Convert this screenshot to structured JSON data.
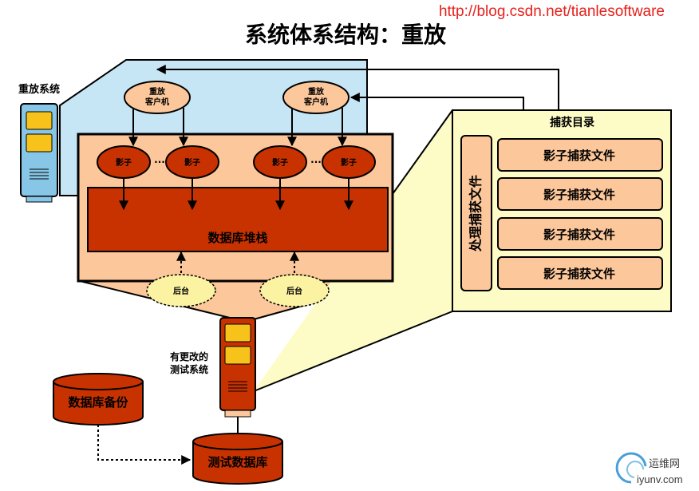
{
  "header": {
    "title": "系统体系结构：重放",
    "url": "http://blog.csdn.net/tianlesoftware"
  },
  "replay_system": {
    "label": "重放系统"
  },
  "replay_clients": [
    {
      "line1": "重放",
      "line2": "客户机"
    },
    {
      "line1": "重放",
      "line2": "客户机"
    }
  ],
  "shadows": [
    "影子",
    "影子",
    "影子",
    "影子"
  ],
  "ellipsis": "···",
  "database_stack": {
    "label": "数据库堆栈"
  },
  "backends": [
    "后台",
    "后台"
  ],
  "capture_directory": {
    "title": "捕获目录",
    "process_label": "处理捕获文件",
    "files": [
      "影子捕获文件",
      "影子捕获文件",
      "影子捕获文件",
      "影子捕获文件"
    ]
  },
  "test_system": {
    "line1": "有更改的",
    "line2": "测试系统"
  },
  "db_backup": {
    "label": "数据库备份"
  },
  "test_db": {
    "label": "测试数据库"
  },
  "watermark": {
    "line1": "运维网",
    "line2": "iyunv.com"
  },
  "colors": {
    "dark_red": "#c83200",
    "peach": "#fcc79a",
    "light_blue": "#c7e6f5",
    "light_yellow": "#fdfbc6",
    "url_red": "#e8201c"
  }
}
